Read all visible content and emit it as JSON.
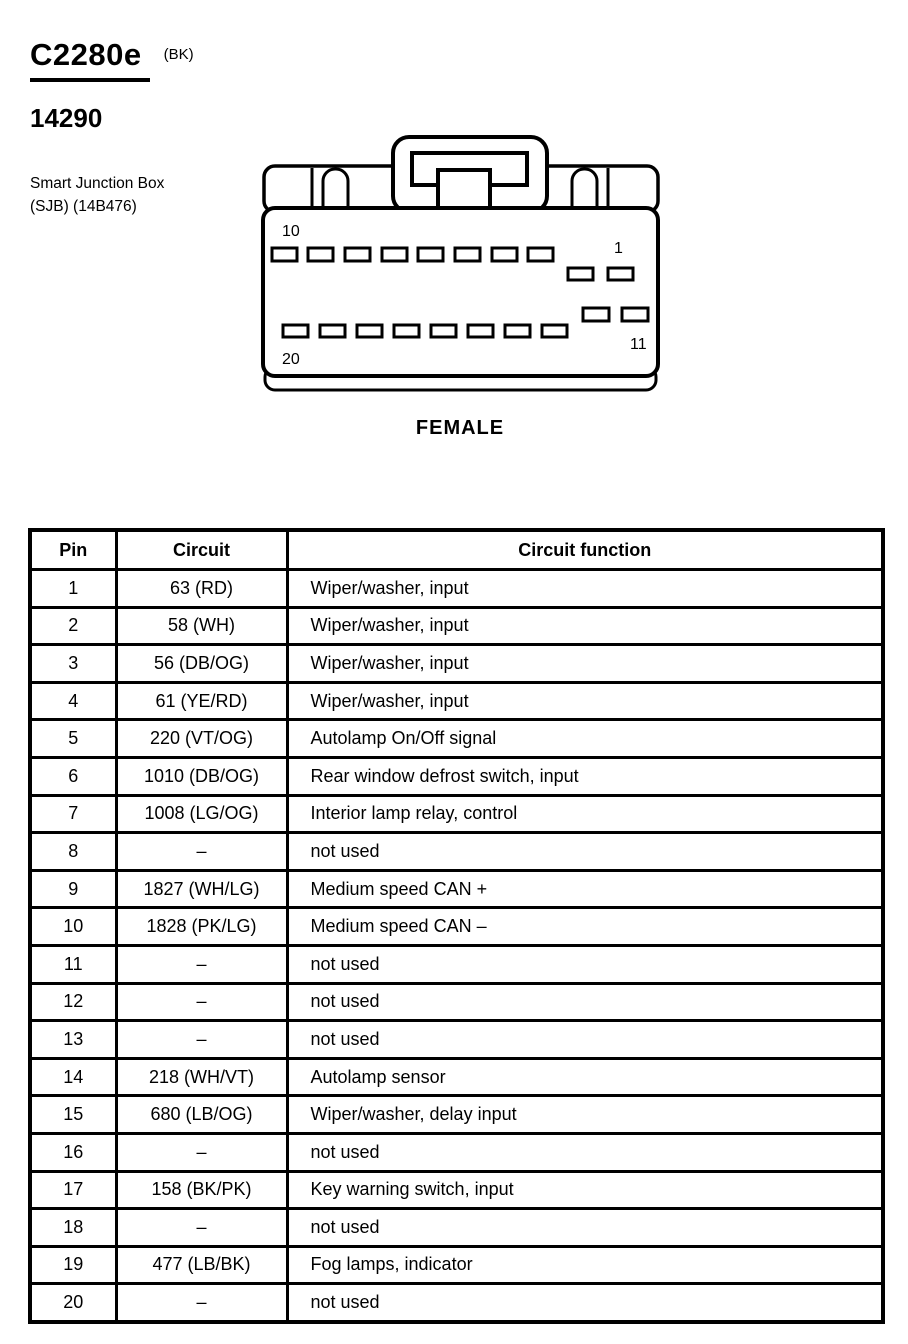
{
  "header": {
    "connector_id": "C2280e",
    "connector_color": "(BK)",
    "part_number": "14290",
    "component_line1": "Smart Junction Box",
    "component_line2": "(SJB) (14B476)"
  },
  "connector": {
    "gender_label": "FEMALE",
    "pin_labels": {
      "top_left": "10",
      "top_right": "1",
      "bottom_right": "11",
      "bottom_left": "20"
    }
  },
  "table": {
    "columns": [
      "Pin",
      "Circuit",
      "Circuit function"
    ],
    "rows": [
      [
        "1",
        "63 (RD)",
        "Wiper/washer, input"
      ],
      [
        "2",
        "58 (WH)",
        "Wiper/washer, input"
      ],
      [
        "3",
        "56 (DB/OG)",
        "Wiper/washer, input"
      ],
      [
        "4",
        "61 (YE/RD)",
        "Wiper/washer, input"
      ],
      [
        "5",
        "220 (VT/OG)",
        "Autolamp On/Off signal"
      ],
      [
        "6",
        "1010 (DB/OG)",
        "Rear window defrost switch, input"
      ],
      [
        "7",
        "1008 (LG/OG)",
        "Interior lamp relay, control"
      ],
      [
        "8",
        "–",
        "not used"
      ],
      [
        "9",
        "1827 (WH/LG)",
        "Medium speed CAN +"
      ],
      [
        "10",
        "1828 (PK/LG)",
        "Medium speed CAN –"
      ],
      [
        "11",
        "–",
        "not used"
      ],
      [
        "12",
        "–",
        "not used"
      ],
      [
        "13",
        "–",
        "not used"
      ],
      [
        "14",
        "218 (WH/VT)",
        "Autolamp sensor"
      ],
      [
        "15",
        "680 (LB/OG)",
        "Wiper/washer, delay input"
      ],
      [
        "16",
        "–",
        "not used"
      ],
      [
        "17",
        "158 (BK/PK)",
        "Key warning switch, input"
      ],
      [
        "18",
        "–",
        "not used"
      ],
      [
        "19",
        "477 (LB/BK)",
        "Fog lamps, indicator"
      ],
      [
        "20",
        "–",
        "not used"
      ]
    ]
  },
  "colors": {
    "ink": "#000000",
    "paper": "#ffffff"
  }
}
